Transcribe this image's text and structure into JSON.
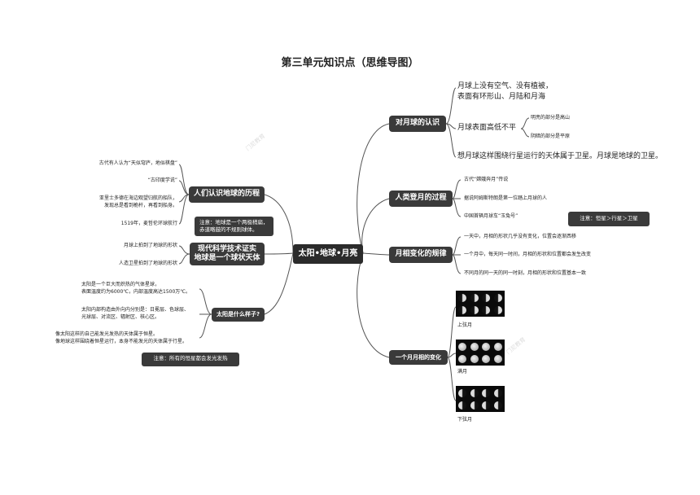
{
  "title": "第三单元知识点（思维导图）",
  "center": "太阳•地球•月亮",
  "branches": {
    "moon_know": {
      "label": "对月球的认识",
      "l1": "月球上没有空气、没有植被，\n表面有环形山、月陆和月海",
      "l2": "月球表面高低不平",
      "l2a": "明亮的部分是高山",
      "l2b": "阴暗的部分是平原",
      "l3": "想月球这样围绕行星运行的天体属于卫星。月球是地球的卫星。"
    },
    "moon_landing": {
      "label": "人类登月的过程",
      "l1": "古代“嫦娥奔月”传说",
      "l2": "据说阿姆斯特朗是第一位踏上月球的人",
      "l3": "中国首辆月球车“玉兔号”",
      "note": "注意：恒星＞行星＞卫星"
    },
    "phase_rule": {
      "label": "月相变化的规律",
      "l1": "一天中，月相的形状几乎没有变化，位置会逐渐西移",
      "l2": "一个月中，每天同一时间，月相的形状和位置都会发生改变",
      "l3": "不同月的同一天的同一时刻，月相的形状和位置基本一致"
    },
    "phase_month": {
      "label": "一个月月相的变化",
      "strip1": "上弦月",
      "strip2": "满月",
      "strip3": "下弦月"
    },
    "earth_history": {
      "label": "人们认识地球的历程",
      "l1": "古代有人认为“天似穹庐，地似棋盘”",
      "l2": "“古印度学说”",
      "l3": "亚里士多德在海边观望归航的船队，\n发现总是看到桅杆，再看到船身。",
      "l4": "1519年，麦哲伦环球航行",
      "note": "注意：地球是一个两极稍扁，\n赤道略鼓的不规则球体。"
    },
    "earth_science": {
      "label": "现代科学技术证实\n地球是一个球状天体",
      "l1": "月球上拍到了地球的形状",
      "l2": "人造卫星拍到了地球的形状"
    },
    "sun": {
      "label": "太阳是什么样子?",
      "l1": "太阳是一个巨大而炽热的气体星球，\n表面温度约为6000℃，内部温度高达1500万℃。",
      "l2": "太阳内部构造由外向内分别是：日冕层、色球层、\n光球层、对流区、辐射区、核心区。",
      "l3": "像太阳这样的自己能发光发热的天体属于恒星。\n像地球这样围绕着恒星运行，本身不能发光的天体属于行星。",
      "note": "注意：所有的恒星都会发光发热"
    }
  },
  "watermark": "门尼教育"
}
